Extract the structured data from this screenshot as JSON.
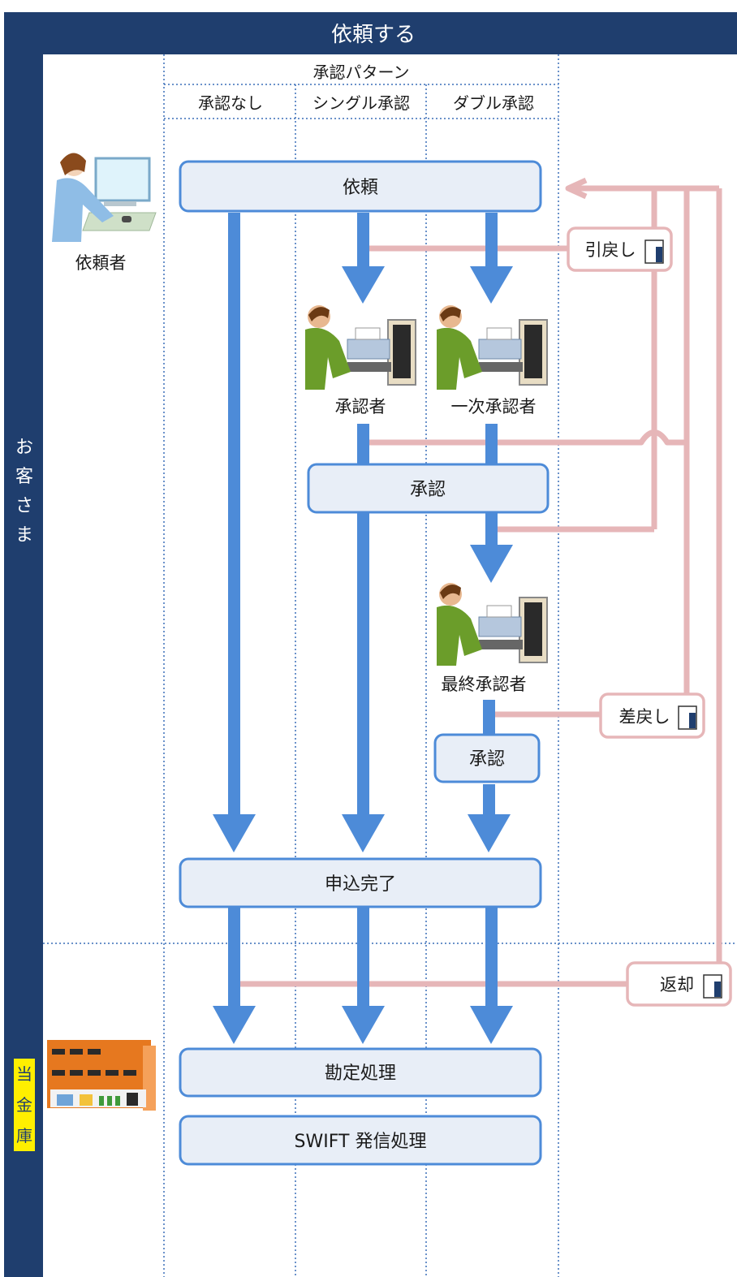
{
  "header": {
    "title": "依頼する"
  },
  "side": {
    "customer": [
      "お",
      "客",
      "さ",
      "ま"
    ],
    "bank": [
      "当",
      "金",
      "庫"
    ]
  },
  "pattern": {
    "heading": "承認パターン",
    "columns": [
      "承認なし",
      "シングル承認",
      "ダブル承認"
    ]
  },
  "actors": {
    "requester": "依頼者",
    "approver": "承認者",
    "first_approver": "一次承認者",
    "final_approver": "最終承認者"
  },
  "boxes": {
    "request": "依頼",
    "approve_mid": "承認",
    "approve_final": "承認",
    "complete": "申込完了",
    "accounting": "勘定処理",
    "swift": "SWIFT 発信処理"
  },
  "returns": {
    "withdraw": "引戻し",
    "sendback": "差戻し",
    "return": "返却"
  },
  "colors": {
    "navy": "#1f3e6e",
    "blue_arrow": "#4d8bd8",
    "pink_line": "#e6b6b8",
    "box_fill": "#e8eef7",
    "highlight": "#ffef00"
  }
}
